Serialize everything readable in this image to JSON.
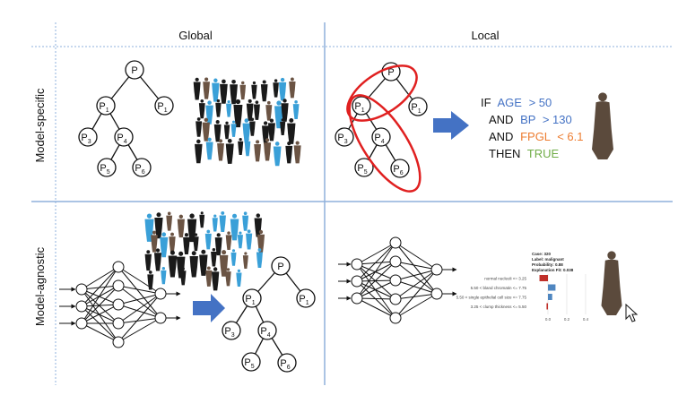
{
  "headers": {
    "global": "Global",
    "local": "Local"
  },
  "rows": {
    "model_specific": "Model-specific",
    "model_agnostic": "Model-agnostic"
  },
  "tree": {
    "root": "P",
    "node_letter": "P"
  },
  "rule": {
    "if": "IF",
    "and": "AND",
    "then": "THEN",
    "var1": "AGE",
    "cond1": "> 50",
    "var2": "BP",
    "cond2": "> 130",
    "var3": "FPGL",
    "cond3": "< 6.1",
    "result": "TRUE"
  },
  "explanation": {
    "case": "Case: 320",
    "label": "Label: malignant",
    "probability": "Probability: 0.88",
    "fit": "Explanation Fit: 0.038",
    "features": [
      "normal nucleoli <= 3.25",
      "5.50 < bland chromatin <= 7.75",
      "5.50 < single epithelial cell size <= 7.75",
      "3.25 < clump thickness <= 5.50"
    ],
    "weights": [
      -0.09,
      0.08,
      0.045,
      -0.015
    ],
    "ticks": [
      "0.0",
      "0.2",
      "0.4"
    ]
  },
  "colors": {
    "axis_line": "#8fb0dc",
    "ellipse": "#e02020",
    "arrow_fill": "#4472c4",
    "blue_text": "#4472c4",
    "orange_text": "#ed7d31",
    "green_text": "#70ad47",
    "person_brown": "#5b4a3c",
    "crowd_black": "#1a1a1a",
    "crowd_blue": "#3aa0d8",
    "crowd_brown": "#6b5444",
    "bar_red": "#c0302a",
    "bar_blue": "#4f86c0"
  },
  "icons": [
    "cursor-icon",
    "person-silhouette-icon",
    "crowd-icon",
    "arrow-right-icon"
  ]
}
